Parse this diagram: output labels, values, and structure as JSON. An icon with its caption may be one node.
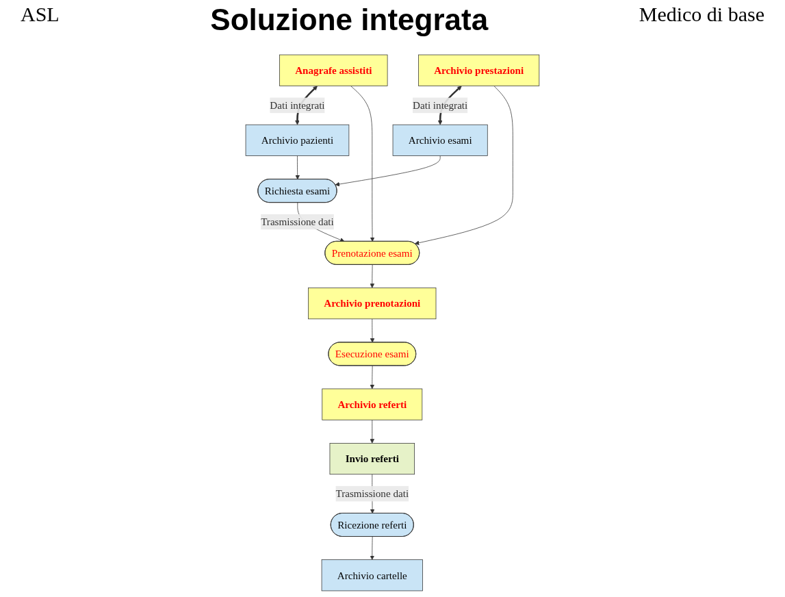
{
  "diagram": {
    "title": "Soluzione integrata",
    "nodes": [
      {
        "text": [
          "Anagrafe assistiti"
        ]
      },
      {
        "text": [
          "Archivio pazienti"
        ]
      },
      {
        "text": [
          "Archivio prestazioni"
        ]
      },
      {
        "text": [
          "Archivio esami"
        ]
      },
      {
        "text": [
          "Prenotazione esami"
        ]
      },
      {
        "text": [
          "Richiesta esami"
        ]
      },
      {
        "text": [
          "Archivio prenotazioni"
        ]
      },
      {
        "text": [
          "Esecuzione esami"
        ]
      },
      {
        "text": [
          "Invio referti"
        ]
      },
      {
        "text": [
          "Ricezione referti"
        ]
      },
      {
        "text": [
          "Archivio referti"
        ]
      },
      {
        "text": [
          "Archivio cartelle"
        ]
      }
    ],
    "edges": [
      {
        "from": 0,
        "to": 1,
        "arrow": "both",
        "label": "Dati integrati",
        "style": "thick"
      },
      {
        "from": 2,
        "to": 3,
        "arrow": "both",
        "label": "Dati integrati",
        "style": "thick"
      },
      {
        "from": 0,
        "to": 4,
        "arrow": "to"
      },
      {
        "from": 2,
        "to": 4,
        "arrow": "to"
      },
      {
        "from": 3,
        "to": 5,
        "arrow": "to"
      },
      {
        "from": 1,
        "to": 5,
        "arrow": "to"
      },
      {
        "from": 5,
        "to": 4,
        "arrow": "to",
        "label": "Trasmissione dati"
      },
      {
        "from": 4,
        "to": 6,
        "arrow": "to"
      },
      {
        "from": 6,
        "to": 7,
        "arrow": "to"
      },
      {
        "from": 7,
        "to": 10,
        "arrow": "to"
      },
      {
        "from": 10,
        "to": 8,
        "arrow": "to"
      },
      {
        "from": 8,
        "to": 9,
        "arrow": "to",
        "label": "Trasmissione dati"
      },
      {
        "from": 9,
        "to": 11,
        "arrow": "to"
      }
    ],
    "labels": [
      "ASL",
      "Medico di base"
    ]
  }
}
